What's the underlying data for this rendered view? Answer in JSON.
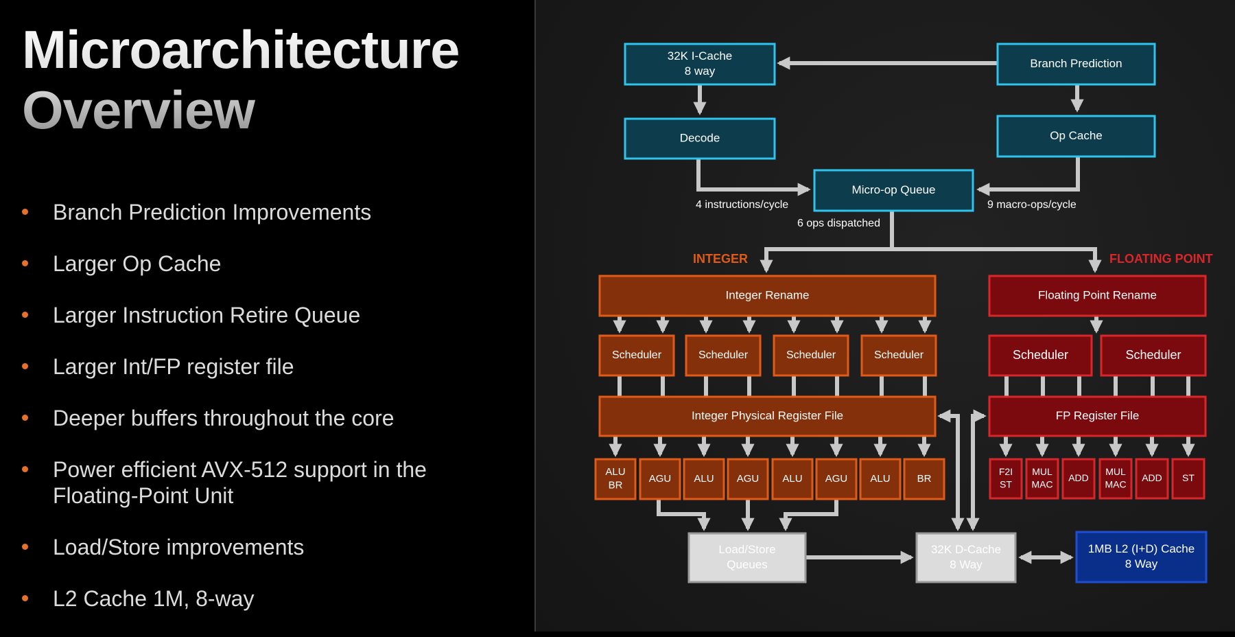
{
  "slide": {
    "title_line1": "Microarchitecture",
    "title_line2": "Overview",
    "bullets": [
      "Branch Prediction Improvements",
      "Larger Op Cache",
      "Larger Instruction Retire Queue",
      "Larger Int/FP register file",
      "Deeper buffers throughout the core",
      "Power efficient AVX-512 support in the Floating-Point Unit",
      "Load/Store improvements",
      "L2 Cache 1M, 8-way"
    ]
  },
  "colors": {
    "bullet": "#e8702a",
    "frontend_fill": "#0d3d4d",
    "frontend_border": "#2ec4ee",
    "integer_fill": "#84300b",
    "integer_border": "#e05a18",
    "integer_label": "#e05a18",
    "fp_fill": "#7b0a0e",
    "fp_border": "#d8262b",
    "fp_label": "#d8262b",
    "cache_fill": "#dcdcdc",
    "cache_border": "#9a9a9a",
    "l2_fill": "#0a2f8a",
    "l2_border": "#1f4fd0",
    "arrow": "#c8c8c8"
  },
  "diagram": {
    "frontend": {
      "icache": [
        "32K I-Cache",
        "8 way"
      ],
      "branch_prediction": "Branch Prediction",
      "decode": "Decode",
      "op_cache": "Op Cache",
      "micro_op_queue": "Micro-op Queue"
    },
    "annotations": {
      "decode_rate": "4 instructions/cycle",
      "op_cache_rate": "9 macro-ops/cycle",
      "dispatch": "6 ops dispatched"
    },
    "section_labels": {
      "integer": "INTEGER",
      "floating_point": "FLOATING POINT"
    },
    "integer": {
      "rename": "Integer Rename",
      "schedulers": [
        "Scheduler",
        "Scheduler",
        "Scheduler",
        "Scheduler"
      ],
      "register_file": "Integer Physical Register File",
      "units": [
        [
          "ALU",
          "BR"
        ],
        [
          "AGU"
        ],
        [
          "ALU"
        ],
        [
          "AGU"
        ],
        [
          "ALU"
        ],
        [
          "AGU"
        ],
        [
          "ALU"
        ],
        [
          "BR"
        ]
      ]
    },
    "fp": {
      "rename": "Floating Point Rename",
      "schedulers": [
        "Scheduler",
        "Scheduler"
      ],
      "register_file": "FP Register File",
      "units": [
        [
          "F2I",
          "ST"
        ],
        [
          "MUL",
          "MAC"
        ],
        [
          "ADD"
        ],
        [
          "MUL",
          "MAC"
        ],
        [
          "ADD"
        ],
        [
          "ST"
        ]
      ]
    },
    "memory": {
      "load_store": [
        "Load/Store",
        "Queues"
      ],
      "dcache": [
        "32K D-Cache",
        "8 Way"
      ],
      "l2": [
        "1MB L2 (I+D) Cache",
        "8 Way"
      ]
    }
  }
}
